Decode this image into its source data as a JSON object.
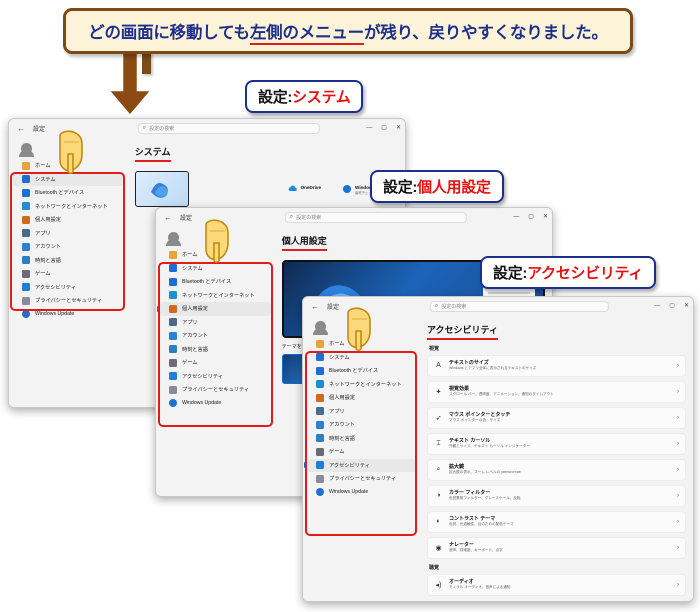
{
  "callout": {
    "text_before": "どの画面に移動しても",
    "text_underlined": "左側のメニュー",
    "text_after": "が残り、戻りやすくなりました。",
    "border_color": "#7c4a14",
    "fill_color": "#fdf3d8",
    "text_color": "#1c2f8c",
    "underline_color": "#e02020"
  },
  "labels": {
    "system": {
      "key": "設定:",
      "value": "システム"
    },
    "personalization": {
      "key": "設定:",
      "value": "個人用設定"
    },
    "accessibility": {
      "key": "設定:",
      "value": "アクセシビリティ"
    },
    "key_color": "#111111",
    "value_color": "#e81010",
    "border_color": "#1c2f8c"
  },
  "titlebar": {
    "back_icon": "back-arrow-icon",
    "title": "設定",
    "search_icon": "search-icon",
    "search_placeholder": "設定の検索",
    "minimize": "minimize-button",
    "maximize": "maximize-button",
    "close": "close-button",
    "minimize_glyph": "—",
    "maximize_glyph": "▢",
    "close_glyph": "✕"
  },
  "sidebar": {
    "items": [
      {
        "label": "ホーム",
        "icon": "home-icon",
        "cls": "home"
      },
      {
        "label": "システム",
        "icon": "system-icon",
        "cls": "sys"
      },
      {
        "label": "Bluetooth とデバイス",
        "icon": "bluetooth-icon",
        "cls": "bt"
      },
      {
        "label": "ネットワークとインターネット",
        "icon": "network-icon",
        "cls": "net"
      },
      {
        "label": "個人用設定",
        "icon": "personalization-brush-icon",
        "cls": "pers"
      },
      {
        "label": "アプリ",
        "icon": "apps-icon",
        "cls": "apps"
      },
      {
        "label": "アカウント",
        "icon": "account-icon",
        "cls": "acct"
      },
      {
        "label": "時刻と言語",
        "icon": "time-language-icon",
        "cls": "time"
      },
      {
        "label": "ゲーム",
        "icon": "gaming-icon",
        "cls": "game"
      },
      {
        "label": "アクセシビリティ",
        "icon": "accessibility-icon",
        "cls": "acc"
      },
      {
        "label": "プライバシーとセキュリティ",
        "icon": "privacy-shield-icon",
        "cls": "priv"
      },
      {
        "label": "Windows Update",
        "icon": "windows-update-icon",
        "cls": "upd"
      }
    ]
  },
  "window_system": {
    "heading": "システム",
    "cards": [
      {
        "title": "OneDrive",
        "sub": "",
        "icon": "onedrive-cloud-icon"
      },
      {
        "title": "Windows Update",
        "sub": "最終チェック日時",
        "icon": "windows-update-icon"
      }
    ],
    "selected_nav": "システム"
  },
  "window_personalization": {
    "heading": "個人用設定",
    "theme_label": "テーマを選択",
    "selected_nav": "個人用設定"
  },
  "window_accessibility": {
    "heading": "アクセシビリティ",
    "selected_nav": "アクセシビリティ",
    "sections": [
      {
        "name": "視覚",
        "rows": [
          {
            "title": "テキストのサイズ",
            "sub": "Windows とアプリ全体に表示されるテキストのサイズ",
            "icon": "text-size-icon",
            "chevron": "›"
          },
          {
            "title": "視覚効果",
            "sub": "スクロール バー、透明度、アニメーション、通知のタイムアウト",
            "icon": "visual-effects-icon",
            "chevron": "›"
          },
          {
            "title": "マウス ポインターとタッチ",
            "sub": "マウス ポインターの色、サイズ",
            "icon": "mouse-pointer-icon",
            "chevron": "›"
          },
          {
            "title": "テキスト カーソル",
            "sub": "外観とサイズ、テキスト カーソル インジケーター",
            "icon": "text-cursor-icon",
            "chevron": "›"
          },
          {
            "title": "拡大鏡",
            "sub": "拡大鏡の表示、ズーム レベルの увеличение",
            "icon": "magnifier-icon",
            "chevron": "›"
          },
          {
            "title": "カラー フィルター",
            "sub": "色覚異常フィルター、グレースケール、反転",
            "icon": "color-filter-icon",
            "chevron": "›"
          },
          {
            "title": "コントラスト テーマ",
            "sub": "色覚、光過敏性、目のための配色テーマ",
            "icon": "contrast-theme-icon",
            "chevron": "›"
          },
          {
            "title": "ナレーター",
            "sub": "音声、詳細度、キーボード、点字",
            "icon": "narrator-icon",
            "chevron": "›"
          }
        ]
      },
      {
        "name": "聴覚",
        "rows": [
          {
            "title": "オーディオ",
            "sub": "モノラル オーディオ、音声による通知",
            "icon": "audio-icon",
            "chevron": "›"
          }
        ]
      }
    ]
  },
  "annotations": {
    "arrow": "down-arrow-annotation",
    "hand_cursor": "hand-pointer-cursor",
    "highlight_color": "#e31b1b"
  }
}
